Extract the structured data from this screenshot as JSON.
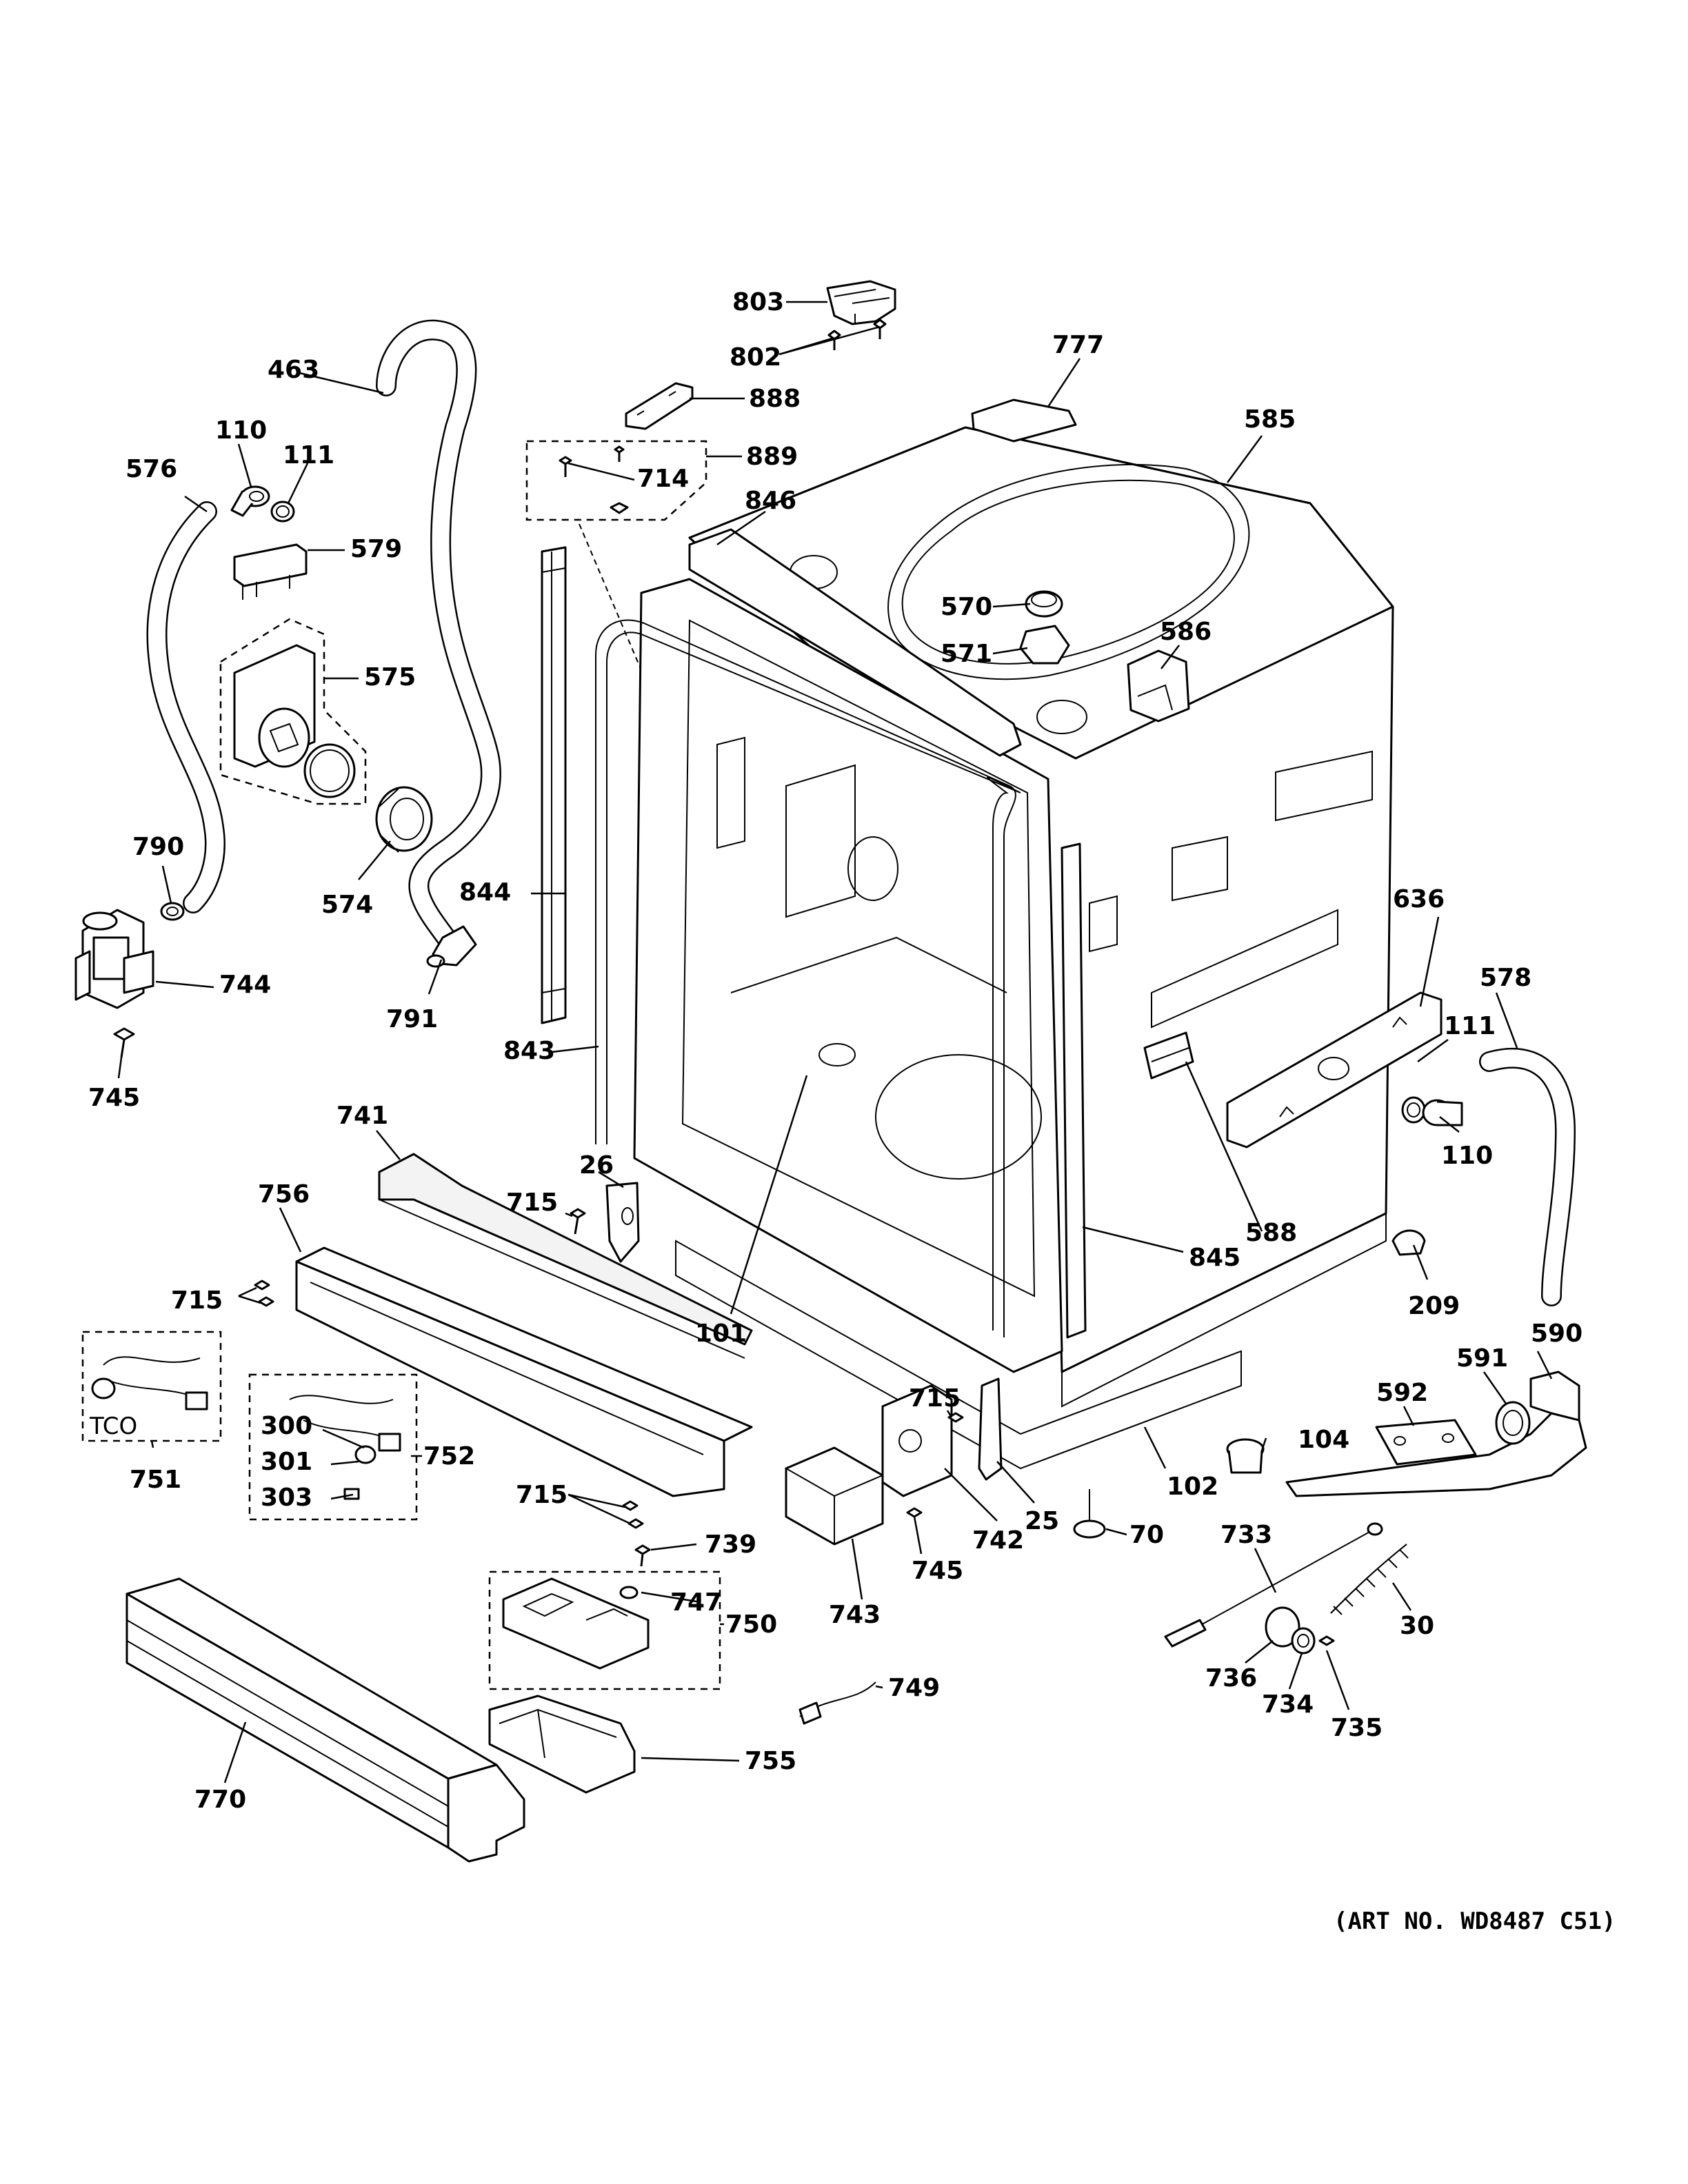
{
  "diagram": {
    "art_number": "(ART NO. WD8487 C51)",
    "tco_label": "TCO",
    "callouts": [
      {
        "id": "803",
        "text": "803"
      },
      {
        "id": "802",
        "text": "802"
      },
      {
        "id": "777",
        "text": "777"
      },
      {
        "id": "463",
        "text": "463"
      },
      {
        "id": "888",
        "text": "888"
      },
      {
        "id": "585",
        "text": "585"
      },
      {
        "id": "110a",
        "text": "110"
      },
      {
        "id": "111a",
        "text": "111"
      },
      {
        "id": "889",
        "text": "889"
      },
      {
        "id": "576",
        "text": "576"
      },
      {
        "id": "714",
        "text": "714"
      },
      {
        "id": "846",
        "text": "846"
      },
      {
        "id": "579",
        "text": "579"
      },
      {
        "id": "570",
        "text": "570"
      },
      {
        "id": "571",
        "text": "571"
      },
      {
        "id": "586",
        "text": "586"
      },
      {
        "id": "575",
        "text": "575"
      },
      {
        "id": "790",
        "text": "790"
      },
      {
        "id": "844",
        "text": "844"
      },
      {
        "id": "574",
        "text": "574"
      },
      {
        "id": "636",
        "text": "636"
      },
      {
        "id": "744",
        "text": "744"
      },
      {
        "id": "578",
        "text": "578"
      },
      {
        "id": "791",
        "text": "791"
      },
      {
        "id": "111b",
        "text": "111"
      },
      {
        "id": "843",
        "text": "843"
      },
      {
        "id": "745a",
        "text": "745"
      },
      {
        "id": "741",
        "text": "741"
      },
      {
        "id": "110b",
        "text": "110"
      },
      {
        "id": "26",
        "text": "26"
      },
      {
        "id": "756",
        "text": "756"
      },
      {
        "id": "715a",
        "text": "715"
      },
      {
        "id": "588",
        "text": "588"
      },
      {
        "id": "845",
        "text": "845"
      },
      {
        "id": "715b",
        "text": "715"
      },
      {
        "id": "209",
        "text": "209"
      },
      {
        "id": "101",
        "text": "101"
      },
      {
        "id": "590",
        "text": "590"
      },
      {
        "id": "591",
        "text": "591"
      },
      {
        "id": "592",
        "text": "592"
      },
      {
        "id": "715c",
        "text": "715"
      },
      {
        "id": "300",
        "text": "300"
      },
      {
        "id": "104",
        "text": "104"
      },
      {
        "id": "752",
        "text": "752"
      },
      {
        "id": "301",
        "text": "301"
      },
      {
        "id": "751",
        "text": "751"
      },
      {
        "id": "102",
        "text": "102"
      },
      {
        "id": "303",
        "text": "303"
      },
      {
        "id": "715d",
        "text": "715"
      },
      {
        "id": "25",
        "text": "25"
      },
      {
        "id": "742",
        "text": "742"
      },
      {
        "id": "70",
        "text": "70"
      },
      {
        "id": "739",
        "text": "739"
      },
      {
        "id": "733",
        "text": "733"
      },
      {
        "id": "745b",
        "text": "745"
      },
      {
        "id": "747",
        "text": "747"
      },
      {
        "id": "743",
        "text": "743"
      },
      {
        "id": "750",
        "text": "750"
      },
      {
        "id": "30",
        "text": "30"
      },
      {
        "id": "736",
        "text": "736"
      },
      {
        "id": "749",
        "text": "749"
      },
      {
        "id": "734",
        "text": "734"
      },
      {
        "id": "735",
        "text": "735"
      },
      {
        "id": "755",
        "text": "755"
      },
      {
        "id": "770",
        "text": "770"
      }
    ]
  }
}
